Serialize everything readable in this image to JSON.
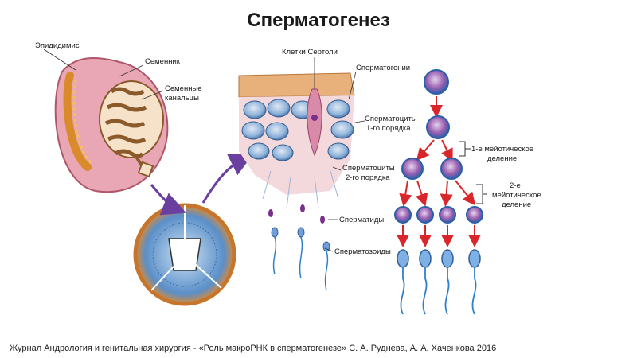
{
  "title": "Сперматогенез",
  "labels": {
    "epididymis": "Эпидидимис",
    "testis": "Семенник",
    "tubules_1": "Семенные",
    "tubules_2": "канальцы",
    "sertoli": "Клетки Сертоли",
    "spermatogonia": "Сперматогонии",
    "primary_1": "Сперматоциты",
    "primary_2": "1-го порядка",
    "secondary_1": "Сперматоциты",
    "secondary_2": "2-го порядка",
    "spermatids": "Сперматиды",
    "spermatozoa": "Сперматозоиды",
    "meiosis1_1": "1-е мейотическое",
    "meiosis1_2": "деление",
    "meiosis2_1": "2-е",
    "meiosis2_2": "мейотическое",
    "meiosis2_3": "деление"
  },
  "caption": "Журнал Андрология и генитальная хирургия - «Роль макроРНК в сперматогенезе» С. А. Руднева, А. А. Хаченкова 2016",
  "colors": {
    "arrow_red": "#d9262a",
    "cell_blue": "#2f7fcf",
    "cell_purple": "#7a2f8c",
    "tissue_pink": "#e7a3b0",
    "tubule_orange": "#d98b2b",
    "arrow_purple": "#6a3fa0"
  }
}
